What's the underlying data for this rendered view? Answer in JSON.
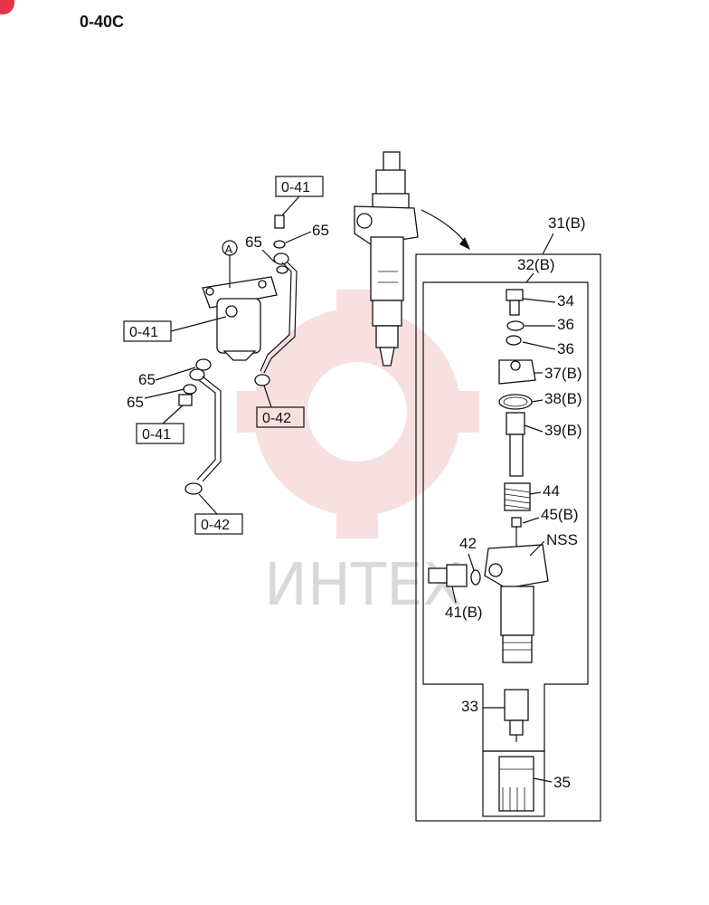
{
  "page_code": "0-40C",
  "watermark": "ИНТЕХ",
  "callout_circle": "A",
  "refs": {
    "top_41": "0-41",
    "left_41": "0-41",
    "low_41": "0-41",
    "mid_42": "0-42",
    "low_42": "0-42"
  },
  "labels": {
    "c65a": "65",
    "c65b": "65",
    "c65c": "65",
    "c65d": "65",
    "p31": "31(B)",
    "p32": "32(B)",
    "p34": "34",
    "p36a": "36",
    "p36b": "36",
    "p37": "37(B)",
    "p38": "38(B)",
    "p39": "39(B)",
    "p44": "44",
    "p45": "45(B)",
    "nss": "NSS",
    "p42": "42",
    "p41": "41(B)",
    "p33": "33",
    "p35": "35"
  },
  "colors": {
    "corner_mark": "#e8334a",
    "watermark_gear": "#f4c7c7",
    "watermark_text": "#d8d8d8"
  }
}
